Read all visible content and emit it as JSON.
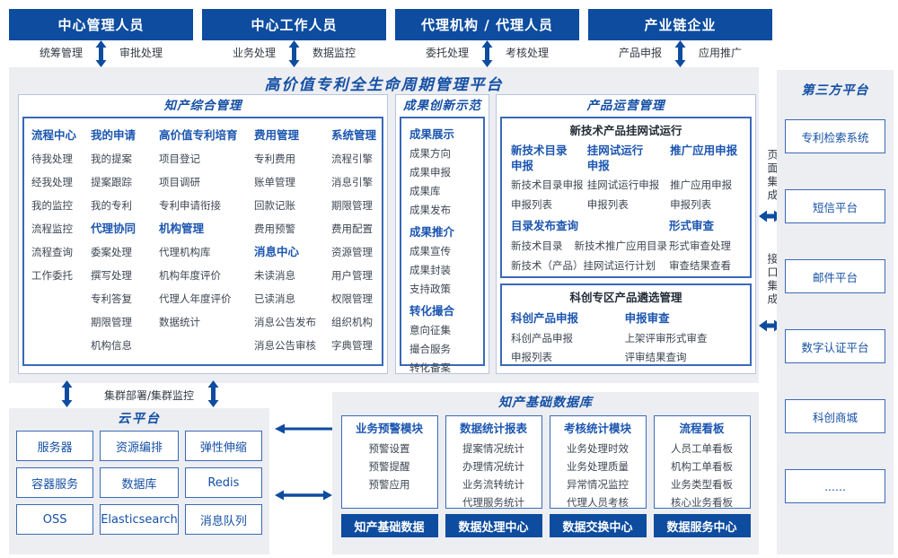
{
  "colors": {
    "primary_blue": "#0d4c9f",
    "section_title_blue": "#1550a4",
    "column_header_blue": "#1c56b0",
    "body_text": "#3e4753",
    "container_bg": "#edeef2",
    "inner_border": "#3a69b8",
    "panel_border": "#b8c4e2"
  },
  "roles": [
    {
      "title": "中心管理人员",
      "left": "统筹管理",
      "right": "审批处理"
    },
    {
      "title": "中心工作人员",
      "left": "业务处理",
      "right": "数据监控"
    },
    {
      "title": "代理机构 / 代理人员",
      "left": "委托处理",
      "right": "考核处理"
    },
    {
      "title": "产业链企业",
      "left": "产品申报",
      "right": "应用推广"
    }
  ],
  "platform": {
    "title": "高价值专利全生命周期管理平台",
    "sections": {
      "ip_management": {
        "title": "知产综合管理",
        "columns": [
          {
            "groups": [
              {
                "header": "流程中心",
                "items": [
                  "待我处理",
                  "经我处理",
                  "我的监控",
                  "流程监控",
                  "流程查询",
                  "工作委托"
                ]
              }
            ]
          },
          {
            "groups": [
              {
                "header": "我的申请",
                "items": [
                  "我的提案",
                  "提案跟踪",
                  "我的专利"
                ]
              },
              {
                "header": "代理协同",
                "items": [
                  "委案处理",
                  "撰写处理",
                  "专利答复",
                  "期限管理",
                  "机构信息"
                ]
              }
            ]
          },
          {
            "groups": [
              {
                "header": "高价值专利培育",
                "items": [
                  "项目登记",
                  "项目调研",
                  "专利申请衔接"
                ]
              },
              {
                "header": "机构管理",
                "items": [
                  "代理机构库",
                  "机构年度评价",
                  "代理人年度评价",
                  "数据统计"
                ]
              }
            ]
          },
          {
            "groups": [
              {
                "header": "费用管理",
                "items": [
                  "专利费用",
                  "账单管理",
                  "回款记账",
                  "费用预警"
                ]
              },
              {
                "header": "消息中心",
                "items": [
                  "未读消息",
                  "已读消息",
                  "消息公告发布",
                  "消息公告审核"
                ]
              }
            ]
          },
          {
            "groups": [
              {
                "header": "系统管理",
                "items": [
                  "流程引擎",
                  "消息引擎",
                  "期限管理",
                  "费用配置",
                  "资源管理",
                  "用户管理",
                  "权限管理",
                  "组织机构",
                  "字典管理"
                ]
              }
            ]
          }
        ]
      },
      "achievements": {
        "title": "成果创新示范",
        "groups": [
          {
            "header": "成果展示",
            "items": [
              "成果方向",
              "成果申报",
              "成果库",
              "成果发布"
            ]
          },
          {
            "header": "成果推介",
            "items": [
              "成果宣传",
              "成果封装",
              "支持政策"
            ]
          },
          {
            "header": "转化撮合",
            "items": [
              "意向征集",
              "撮合服务",
              "转化备案"
            ]
          }
        ]
      },
      "product_ops": {
        "title": "产品运营管理",
        "box_trial": {
          "title": "新技术产品挂网试运行",
          "columns": [
            {
              "header": "新技术目录\n申报",
              "items": [
                "新技术目录申报",
                "申报列表"
              ]
            },
            {
              "header": "挂网试运行\n申报",
              "items": [
                "挂网试运行申报",
                "申报列表"
              ]
            },
            {
              "header": "推广应用申报",
              "items": [
                "推广应用申报",
                "申报列表"
              ]
            }
          ],
          "catalog_query": {
            "header": "目录发布查询",
            "row1": [
              "新技术目录",
              "新技术推广应用目录"
            ],
            "row2": "新技术（产品）挂网试运行计划"
          },
          "formal_review": {
            "header": "形式审查",
            "items": [
              "形式审查处理",
              "审查结果查看"
            ]
          }
        },
        "box_selection": {
          "title": "科创专区产品遴选管理",
          "columns": [
            {
              "header": "科创产品申报",
              "items": [
                "科创产品申报",
                "申报列表"
              ]
            },
            {
              "header": "申报审查",
              "items": [
                "上架评审形式审查",
                "评审结果查询"
              ]
            }
          ]
        }
      }
    }
  },
  "cluster_label": "集群部署/集群监控",
  "cloud": {
    "title": "云平台",
    "items": [
      "服务器",
      "资源编排",
      "弹性伸缩",
      "容器服务",
      "数据库",
      "Redis",
      "OSS",
      "Elasticsearch",
      "消息队列"
    ]
  },
  "data_platform": {
    "title": "知产基础数据库",
    "modules": [
      {
        "header": "业务预警模块",
        "items": [
          "预警设置",
          "预警提醒",
          "预警应用"
        ],
        "footer": "知产基础数据"
      },
      {
        "header": "数据统计报表",
        "items": [
          "提案情况统计",
          "办理情况统计",
          "业务流转统计",
          "代理服务统计"
        ],
        "footer": "数据处理中心"
      },
      {
        "header": "考核统计模块",
        "items": [
          "业务处理时效",
          "业务处理质量",
          "异常情况监控",
          "代理人员考核"
        ],
        "footer": "数据交换中心"
      },
      {
        "header": "流程看板",
        "items": [
          "人员工单看板",
          "机构工单看板",
          "业务类型看板",
          "核心业务看板"
        ],
        "footer": "数据服务中心"
      }
    ]
  },
  "third_party": {
    "title": "第三方平台",
    "integration_labels": [
      "页面集成",
      "接口集成"
    ],
    "items": [
      "专利检索系统",
      "短信平台",
      "邮件平台",
      "数字认证平台",
      "科创商城",
      "......"
    ]
  }
}
